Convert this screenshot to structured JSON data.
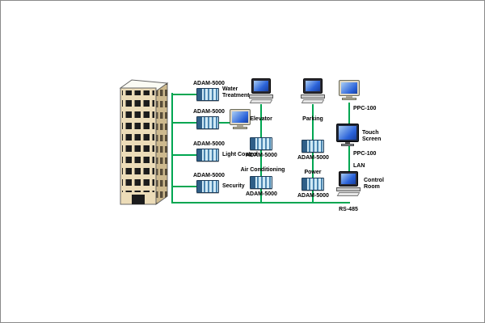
{
  "palette": {
    "line_green": "#00a651",
    "screen_blue": "#2b63d9",
    "screen_blue_light": "#a9cdf4",
    "building_tan": "#ecdcb8"
  },
  "diagram": {
    "left_column": [
      {
        "title": "ADAM-5000",
        "caption": "Water Treatment"
      },
      {
        "title": "ADAM-5000"
      },
      {
        "title": "ADAM-5000",
        "caption": "Light Control"
      },
      {
        "title": "ADAM-5000",
        "caption": "Security"
      }
    ],
    "elevator_chain": {
      "computer_label": "Elevator",
      "module1_label": "ADAM-5000",
      "module2_caption": "Air Conditioning",
      "module2_label": "ADAM-5000"
    },
    "parking_chain": {
      "computer_label": "Parking",
      "module1_label": "ADAM-5000",
      "module2_caption": "Power",
      "module2_label": "ADAM-5000"
    },
    "right_chain": {
      "monitor1_label": "PPC-100",
      "touch_caption": "Touch Screen",
      "monitor2_label": "PPC-100",
      "lan_label": "LAN",
      "control_caption": "Control Room",
      "bus_label": "RS-485"
    }
  }
}
